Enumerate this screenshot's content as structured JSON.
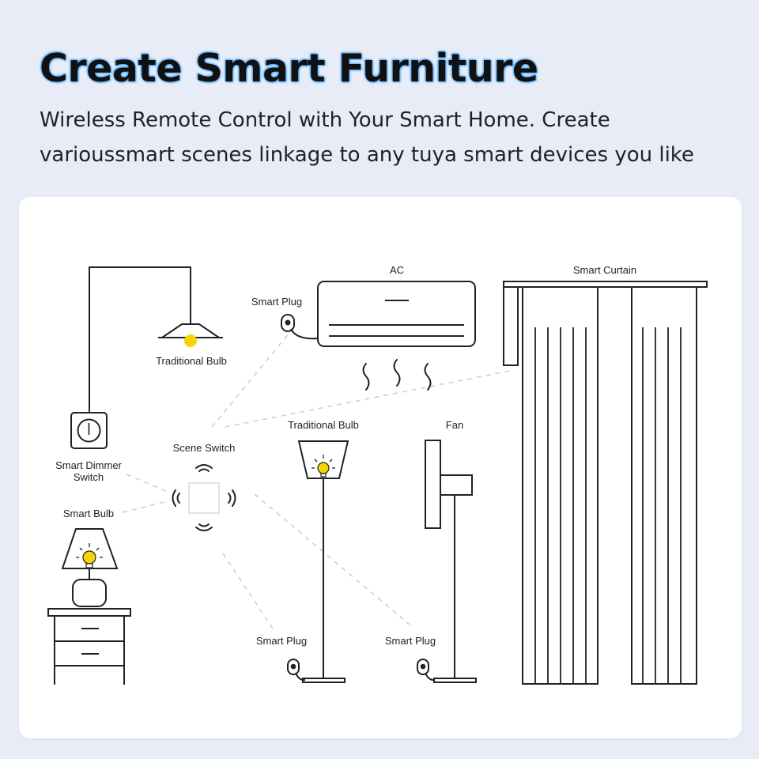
{
  "header": {
    "title": "Create Smart Furniture",
    "subtitle_line1": "Wireless Remote Control with Your Smart Home. Create",
    "subtitle_line2": "varioussmart scenes linkage to any tuya smart devices you like"
  },
  "diagram": {
    "labels": {
      "ac": "AC",
      "smart_curtain": "Smart Curtain",
      "smart_plug_ac": "Smart Plug",
      "traditional_bulb_pendant": "Traditional Bulb",
      "traditional_bulb_floor": "Traditional Bulb",
      "fan": "Fan",
      "scene_switch": "Scene Switch",
      "smart_dimmer_switch_line1": "Smart Dimmer",
      "smart_dimmer_switch_line2": "Switch",
      "smart_bulb": "Smart Bulb",
      "smart_plug_lamp": "Smart Plug",
      "smart_plug_fan": "Smart Plug"
    },
    "colors": {
      "bulb": "#f6d400",
      "line": "#222222",
      "dashed": "#cfcfcf"
    }
  }
}
